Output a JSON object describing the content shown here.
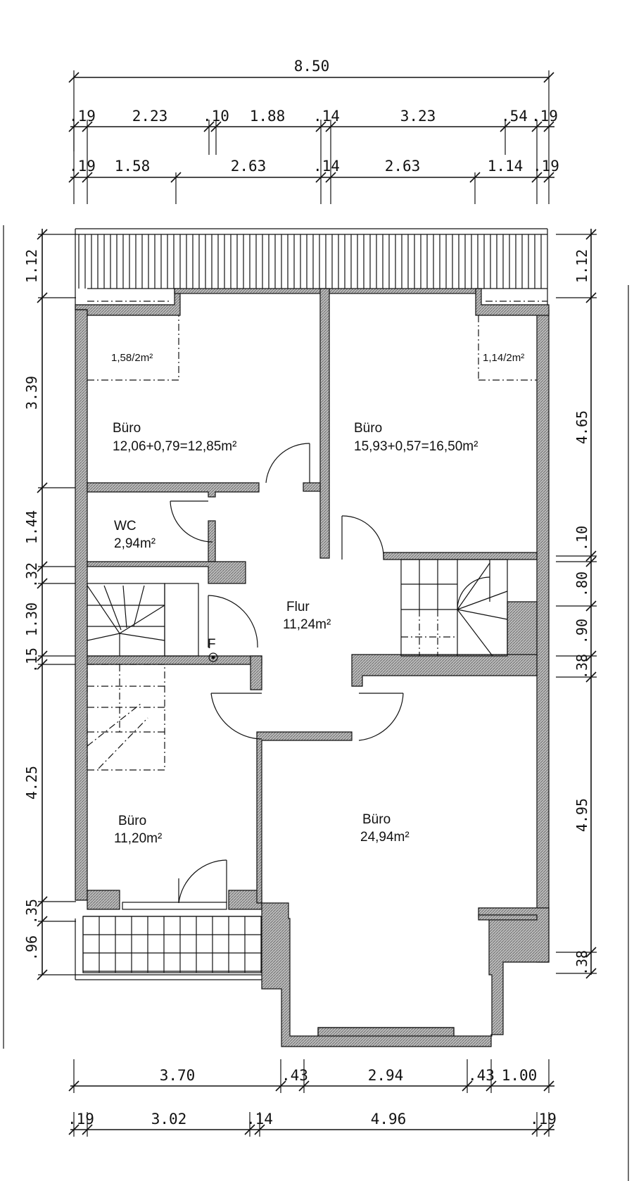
{
  "dimensions": {
    "top_overall": "8.50",
    "top_row1": [
      ".19",
      "2.23",
      ".10",
      "1.88",
      ".14",
      "3.23",
      ".54",
      ".19"
    ],
    "top_row2": [
      ".19",
      "1.58",
      "2.63",
      ".14",
      "2.63",
      "1.14",
      ".19"
    ],
    "left": [
      "1.12",
      "3.39",
      "1.44",
      ".32",
      "1.30",
      ".15",
      "4.25",
      ".35",
      ".96"
    ],
    "right": [
      "1.12",
      "4.65",
      ".10",
      ".80",
      ".90",
      ".38",
      "4.95",
      ".38"
    ],
    "bottom_row1": [
      "3.70",
      ".43",
      "2.94",
      ".43",
      "1.00"
    ],
    "bottom_row2": [
      ".19",
      "3.02",
      ".14",
      "4.96",
      ".19"
    ]
  },
  "rooms": {
    "office_top_left": {
      "name": "Büro",
      "area": "12,06+0,79=12,85m²",
      "sub": "1,58/2m²"
    },
    "office_top_right": {
      "name": "Büro",
      "area": "15,93+0,57=16,50m²",
      "sub": "1,14/2m²"
    },
    "wc": {
      "name": "WC",
      "area": "2,94m²"
    },
    "hallway": {
      "name": "Flur",
      "area": "11,24m²"
    },
    "office_bottom_left": {
      "name": "Büro",
      "area": "11,20m²"
    },
    "office_bottom_right": {
      "name": "Büro",
      "area": "24,94m²"
    }
  },
  "labels": {
    "flue": "F"
  }
}
